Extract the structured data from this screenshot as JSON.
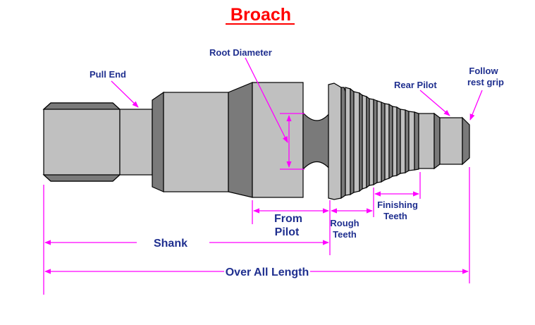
{
  "title": "Broach",
  "labels": {
    "root_diameter": "Root Diameter",
    "pull_end": "Pull End",
    "rear_pilot": "Rear Pilot",
    "follow_rest_grip_1": "Follow",
    "follow_rest_grip_2": "rest grip",
    "from_pilot_1": "From",
    "from_pilot_2": "Pilot",
    "rough_teeth_1": "Rough",
    "rough_teeth_2": "Teeth",
    "finishing_teeth_1": "Finishing",
    "finishing_teeth_2": "Teeth",
    "shank": "Shank",
    "over_all_length": "Over All Length"
  },
  "colors": {
    "title": "#ff0000",
    "labels": "#1f2f8f",
    "dimension_lines": "#ff00ff",
    "body_light": "#c0c0c0",
    "body_dark": "#7a7a7a",
    "outline": "#000000"
  }
}
